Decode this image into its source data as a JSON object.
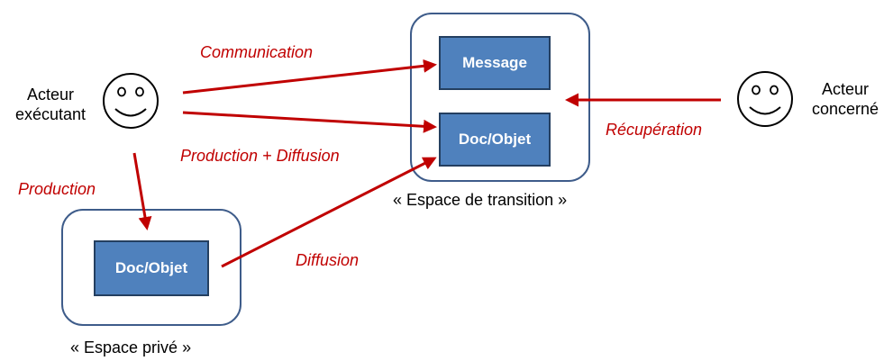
{
  "actors": {
    "executant": {
      "line1": "Acteur",
      "line2": "exécutant"
    },
    "concerne": {
      "line1": "Acteur",
      "line2": "concerné"
    }
  },
  "boxes": {
    "message": "Message",
    "doc_transition": "Doc/Objet",
    "doc_prive": "Doc/Objet"
  },
  "spaces": {
    "transition": "« Espace de transition »",
    "prive": "« Espace privé »"
  },
  "flows": {
    "communication": "Communication",
    "production_diffusion": "Production + Diffusion",
    "production": "Production",
    "diffusion": "Diffusion",
    "recuperation": "Récupération"
  },
  "colors": {
    "arrow": "#c00000",
    "flow_text": "#c00000",
    "box_fill": "#4f81bd",
    "box_border": "#243f60",
    "container_border": "#3e5c8a",
    "box_text": "#ffffff"
  },
  "icons": {
    "actor": "smiley-face-icon",
    "flow": "arrow-icon"
  }
}
